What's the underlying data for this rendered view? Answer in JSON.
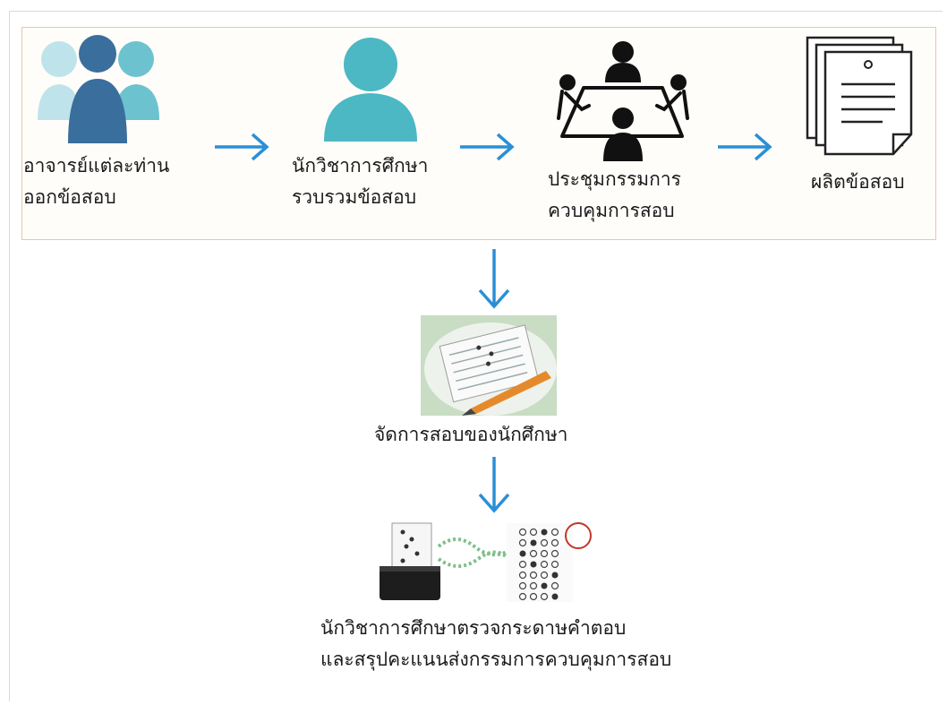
{
  "diagram": {
    "steps": [
      {
        "id": "teachers",
        "lines": [
          "อาจารย์แต่ละท่าน",
          "ออกข้อสอบ"
        ],
        "icon": "teachers-group-icon"
      },
      {
        "id": "officer_collect",
        "lines": [
          "นักวิชาการศึกษา",
          "รวบรวมข้อสอบ"
        ],
        "icon": "person-icon"
      },
      {
        "id": "committee",
        "lines": [
          "ประชุมกรรมการ",
          "ควบคุมการสอบ"
        ],
        "icon": "meeting-table-icon"
      },
      {
        "id": "produce",
        "lines": [
          "ผลิตข้อสอบ"
        ],
        "icon": "documents-icon"
      }
    ],
    "exam": {
      "lines": [
        "จัดการสอบของนักศึกษา"
      ],
      "icon": "answer-sheet-pencil-icon"
    },
    "grading": {
      "lines": [
        "นักวิชาการศึกษาตรวจกระดาษคำตอบ",
        "และสรุปคะแนนส่งกรรมการควบคุมการสอบ"
      ],
      "icon": "omr-scanner-icon"
    },
    "colors": {
      "arrow": "#2a8fd6",
      "teal": "#4cb8c4",
      "dark_blue": "#3a6e9c",
      "box_border": "#e6c9a8"
    }
  }
}
